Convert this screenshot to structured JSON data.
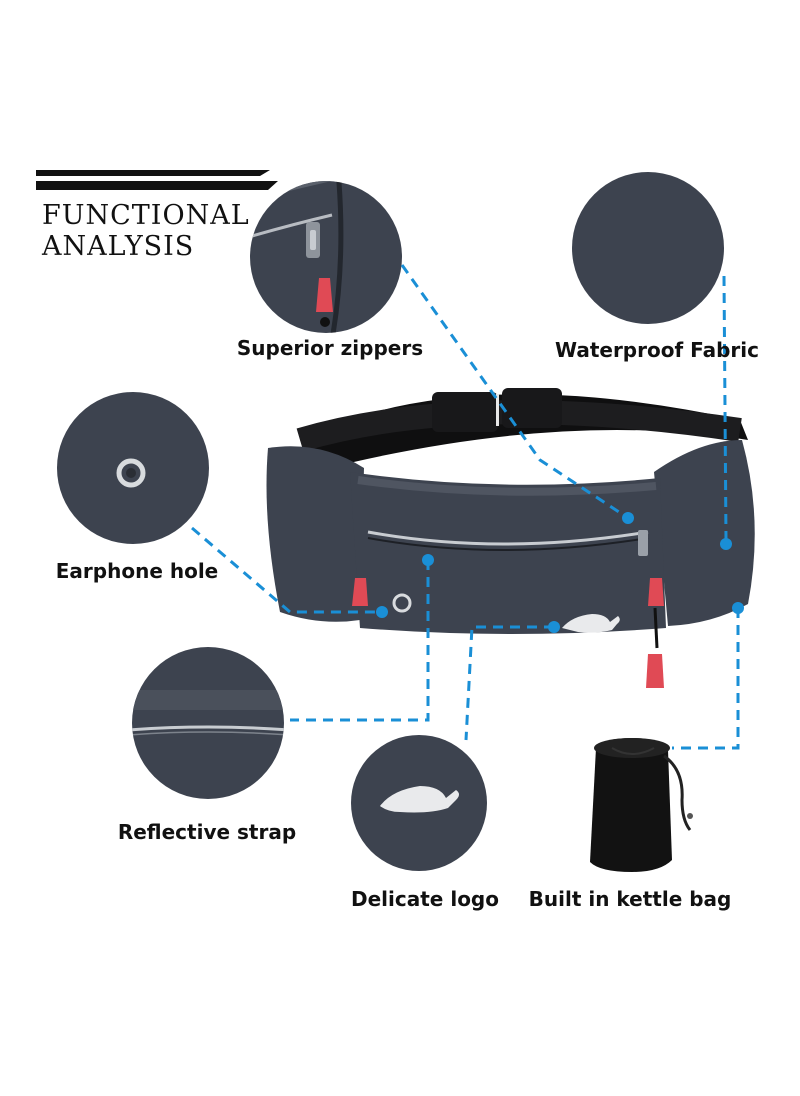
{
  "header": {
    "line1": "FUNCTIONAL",
    "line2": "ANALYSIS"
  },
  "features": [
    {
      "label": "Superior zippers",
      "icon": "zipper-icon"
    },
    {
      "label": "Waterproof Fabric",
      "icon": "fabric-icon"
    },
    {
      "label": "Earphone hole",
      "icon": "earphone-hole-icon"
    },
    {
      "label": "Reflective strap",
      "icon": "reflective-strap-icon"
    },
    {
      "label": "Delicate logo",
      "icon": "logo-icon"
    },
    {
      "label": "Built in kettle bag",
      "icon": "kettle-bag-icon"
    }
  ],
  "colors": {
    "fabric": "#3d434f",
    "strap": "#111111",
    "pointer": "#1a8fd6",
    "zipper_pull": "#e04a55"
  }
}
